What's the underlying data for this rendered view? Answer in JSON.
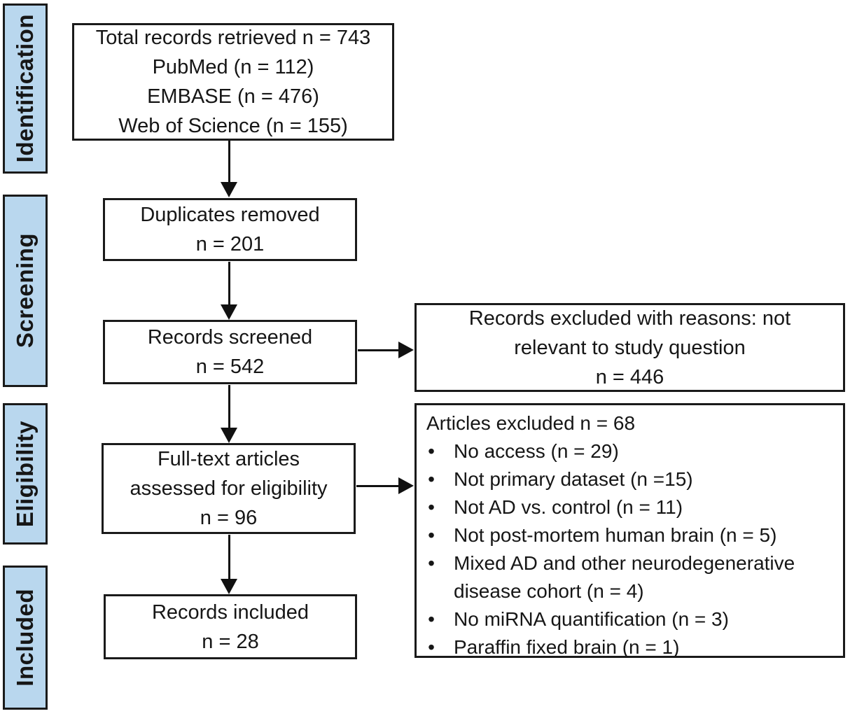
{
  "diagram": {
    "title": "PRISMA study selection flow diagram",
    "bullet_char": "•",
    "colors": {
      "stage_fill": "#B9D7EE",
      "border": "#1a1a1a",
      "background": "#ffffff"
    },
    "stages": [
      {
        "label": "Identification"
      },
      {
        "label": "Screening"
      },
      {
        "label": "Eligibility"
      },
      {
        "label": "Included"
      }
    ],
    "flow_boxes": [
      {
        "lines": [
          "Total records retrieved n = 743",
          "PubMed (n = 112)",
          "EMBASE (n = 476)",
          "Web of Science (n = 155)"
        ]
      },
      {
        "lines": [
          "Duplicates removed",
          "n = 201"
        ]
      },
      {
        "lines": [
          "Records screened",
          "n = 542"
        ]
      },
      {
        "lines": [
          "Full-text articles",
          "assessed for eligibility",
          "n = 96"
        ]
      },
      {
        "lines": [
          "Records included",
          "n = 28"
        ]
      }
    ],
    "side_boxes": [
      {
        "lines": [
          "Records excluded with reasons: not",
          "relevant to study question",
          "n = 446"
        ]
      },
      {
        "title": "Articles excluded n = 68",
        "bullets": [
          "No access (n = 29)",
          "Not primary dataset (n =15)",
          "Not AD vs. control (n = 11)",
          "Not post-mortem human brain (n = 5)",
          "Mixed AD and other neurodegenerative disease cohort (n = 4)",
          "No miRNA quantification (n = 3)",
          "Paraffin fixed brain (n = 1)"
        ]
      }
    ]
  }
}
